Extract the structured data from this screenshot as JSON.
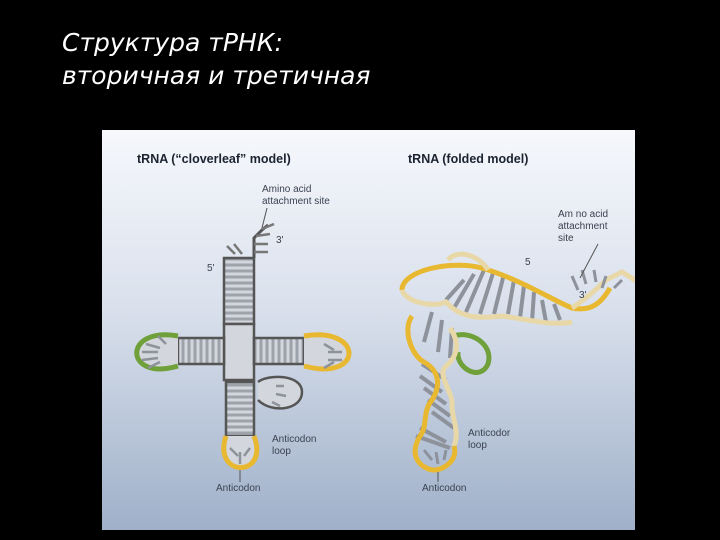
{
  "slide": {
    "title_line1": "Структура тРНК:",
    "title_line2": "вторичная и третичная"
  },
  "cloverleaf": {
    "header": "tRNA (“cloverleaf” model)",
    "amino_line1": "Amino acid",
    "amino_line2": "attachment site",
    "prime3": "3'",
    "prime5": "5'",
    "anticodon_loop_line1": "Anticodon",
    "anticodon_loop_line2": "loop",
    "anticodon": "Anticodon"
  },
  "folded": {
    "header": "tRNA (folded model)",
    "amino_line1": "Am no acid",
    "amino_line2": "attachment",
    "amino_line3": "site",
    "prime5": "5",
    "prime3": "3'",
    "anticodon_loop_line1": "Anticodor",
    "anticodon_loop_line2": "loop",
    "anticodon": "Anticodon"
  },
  "colors": {
    "backbone": "#e8d8a8",
    "strand_outline": "#5a5a5a",
    "rung": "#a6aab3",
    "loop_green": "#6fa03a",
    "loop_yellow": "#e8b830"
  }
}
